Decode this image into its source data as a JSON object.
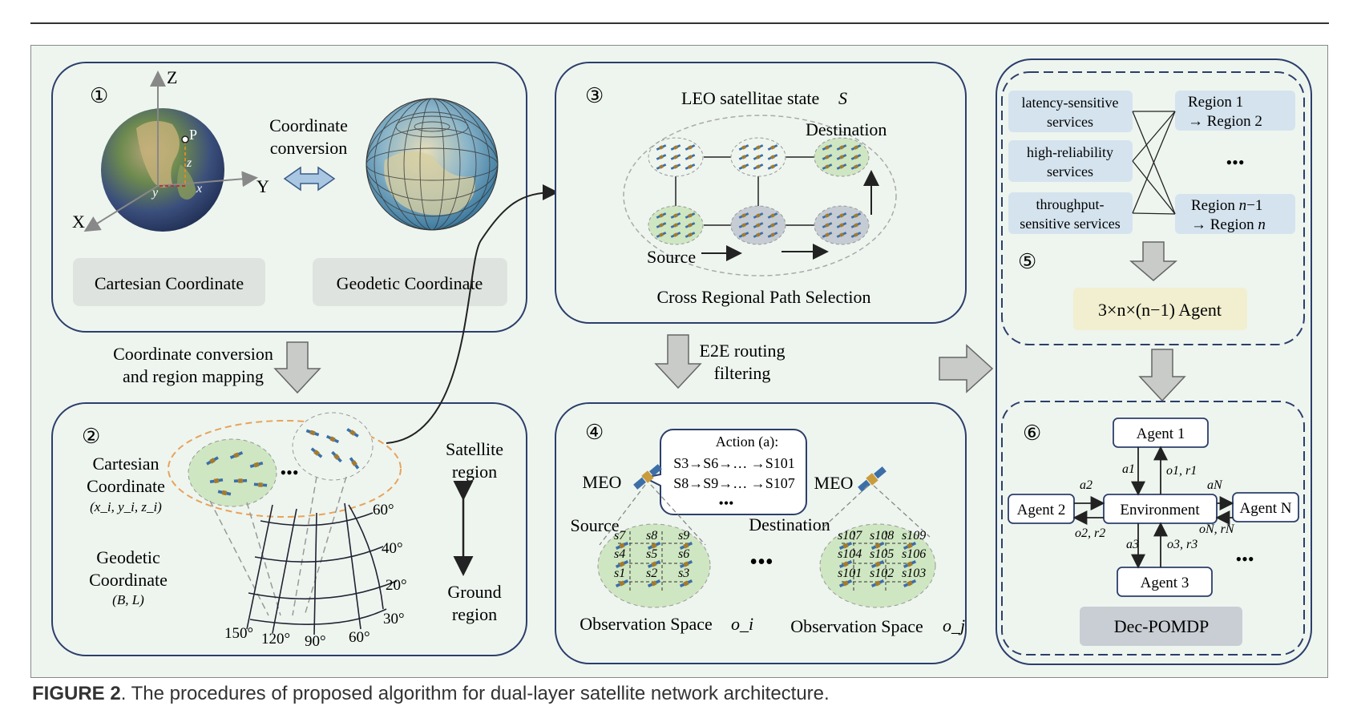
{
  "caption": {
    "label": "FIGURE 2",
    "text": ". The procedures of proposed algorithm for dual-layer satellite network architecture."
  },
  "panel1": {
    "number": "①",
    "conversion_label_1": "Coordinate",
    "conversion_label_2": "conversion",
    "cartesian_label": "Cartesian Coordinate",
    "geodetic_label": "Geodetic Coordinate",
    "axis_z": "Z",
    "axis_y": "Y",
    "axis_x": "X",
    "point": "P",
    "small_z": "z",
    "small_y": "y",
    "small_x": "x"
  },
  "arrow_1_to_2": {
    "line1": "Coordinate conversion",
    "line2": "and region mapping"
  },
  "panel2": {
    "number": "②",
    "cartesian_1": "Cartesian",
    "cartesian_2": "Coordinate",
    "cartesian_vars": "(x_i, y_i, z_i)",
    "geodetic_1": "Geodetic",
    "geodetic_2": "Coordinate",
    "geodetic_vars": "(B, L)",
    "satellite_region_1": "Satellite",
    "satellite_region_2": "region",
    "ground_region_1": "Ground",
    "ground_region_2": "region",
    "ellipsis": "•••",
    "lat_labels": [
      "60°",
      "40°",
      "20°",
      "30°"
    ],
    "lon_labels": [
      "150°",
      "120°",
      "90°",
      "60°"
    ]
  },
  "panel3": {
    "number": "③",
    "title": "LEO satellitae state",
    "title_var": "S",
    "destination": "Destination",
    "source": "Source",
    "subtitle": "Cross Regional Path Selection"
  },
  "arrow_3_to_4": {
    "line1": "E2E routing",
    "line2": "filtering"
  },
  "panel4": {
    "number": "④",
    "action_title": "Action (a):",
    "action_line1": "S3→S6→… →S101",
    "action_line2": "S8→S9→… →S107",
    "ellipsis": "•••",
    "meo_left": "MEO",
    "meo_right": "MEO",
    "source": "Source",
    "destination": "Destination",
    "obs_left": "Observation Space",
    "obs_left_var": "o_i",
    "obs_right": "Observation Space",
    "obs_right_var": "o_j",
    "left_nodes": [
      "s7",
      "s8",
      "s9",
      "s4",
      "s5",
      "s6",
      "s1",
      "s2",
      "s3"
    ],
    "right_nodes": [
      "s107",
      "s108",
      "s109",
      "s104",
      "s105",
      "s106",
      "s101",
      "s102",
      "s103"
    ]
  },
  "panel5": {
    "number": "⑤",
    "services": [
      "latency-sensitive services",
      "high-reliability services",
      "throughput-sensitive services"
    ],
    "regions": [
      "Region 1 → Region 2",
      "Region n−1 → Region n"
    ],
    "ellipsis": "•••",
    "agent_label": "3×n×(n−1) Agent"
  },
  "panel6": {
    "number": "⑥",
    "agent1": "Agent 1",
    "agent2": "Agent 2",
    "agent3": "Agent 3",
    "agentN": "Agent N",
    "environment": "Environment",
    "a1": "a1",
    "o1r1": "o1, r1",
    "a2": "a2",
    "o2r2": "o2, r2",
    "a3": "a3",
    "o3r3": "o3, r3",
    "aN": "aN",
    "oNrN": "oN, rN",
    "ellipsis": "•••",
    "footer": "Dec-POMDP"
  },
  "colors": {
    "background": "#eef5ef",
    "panel_border": "#2c3e6b",
    "arrow_fill": "#c8cbc8",
    "green_region": "#cfe6c2",
    "gray_region": "#c6ccd3",
    "blue_box": "#d4e3ee",
    "yellow_box": "#f1efcf",
    "label_box": "#dfe3df"
  }
}
